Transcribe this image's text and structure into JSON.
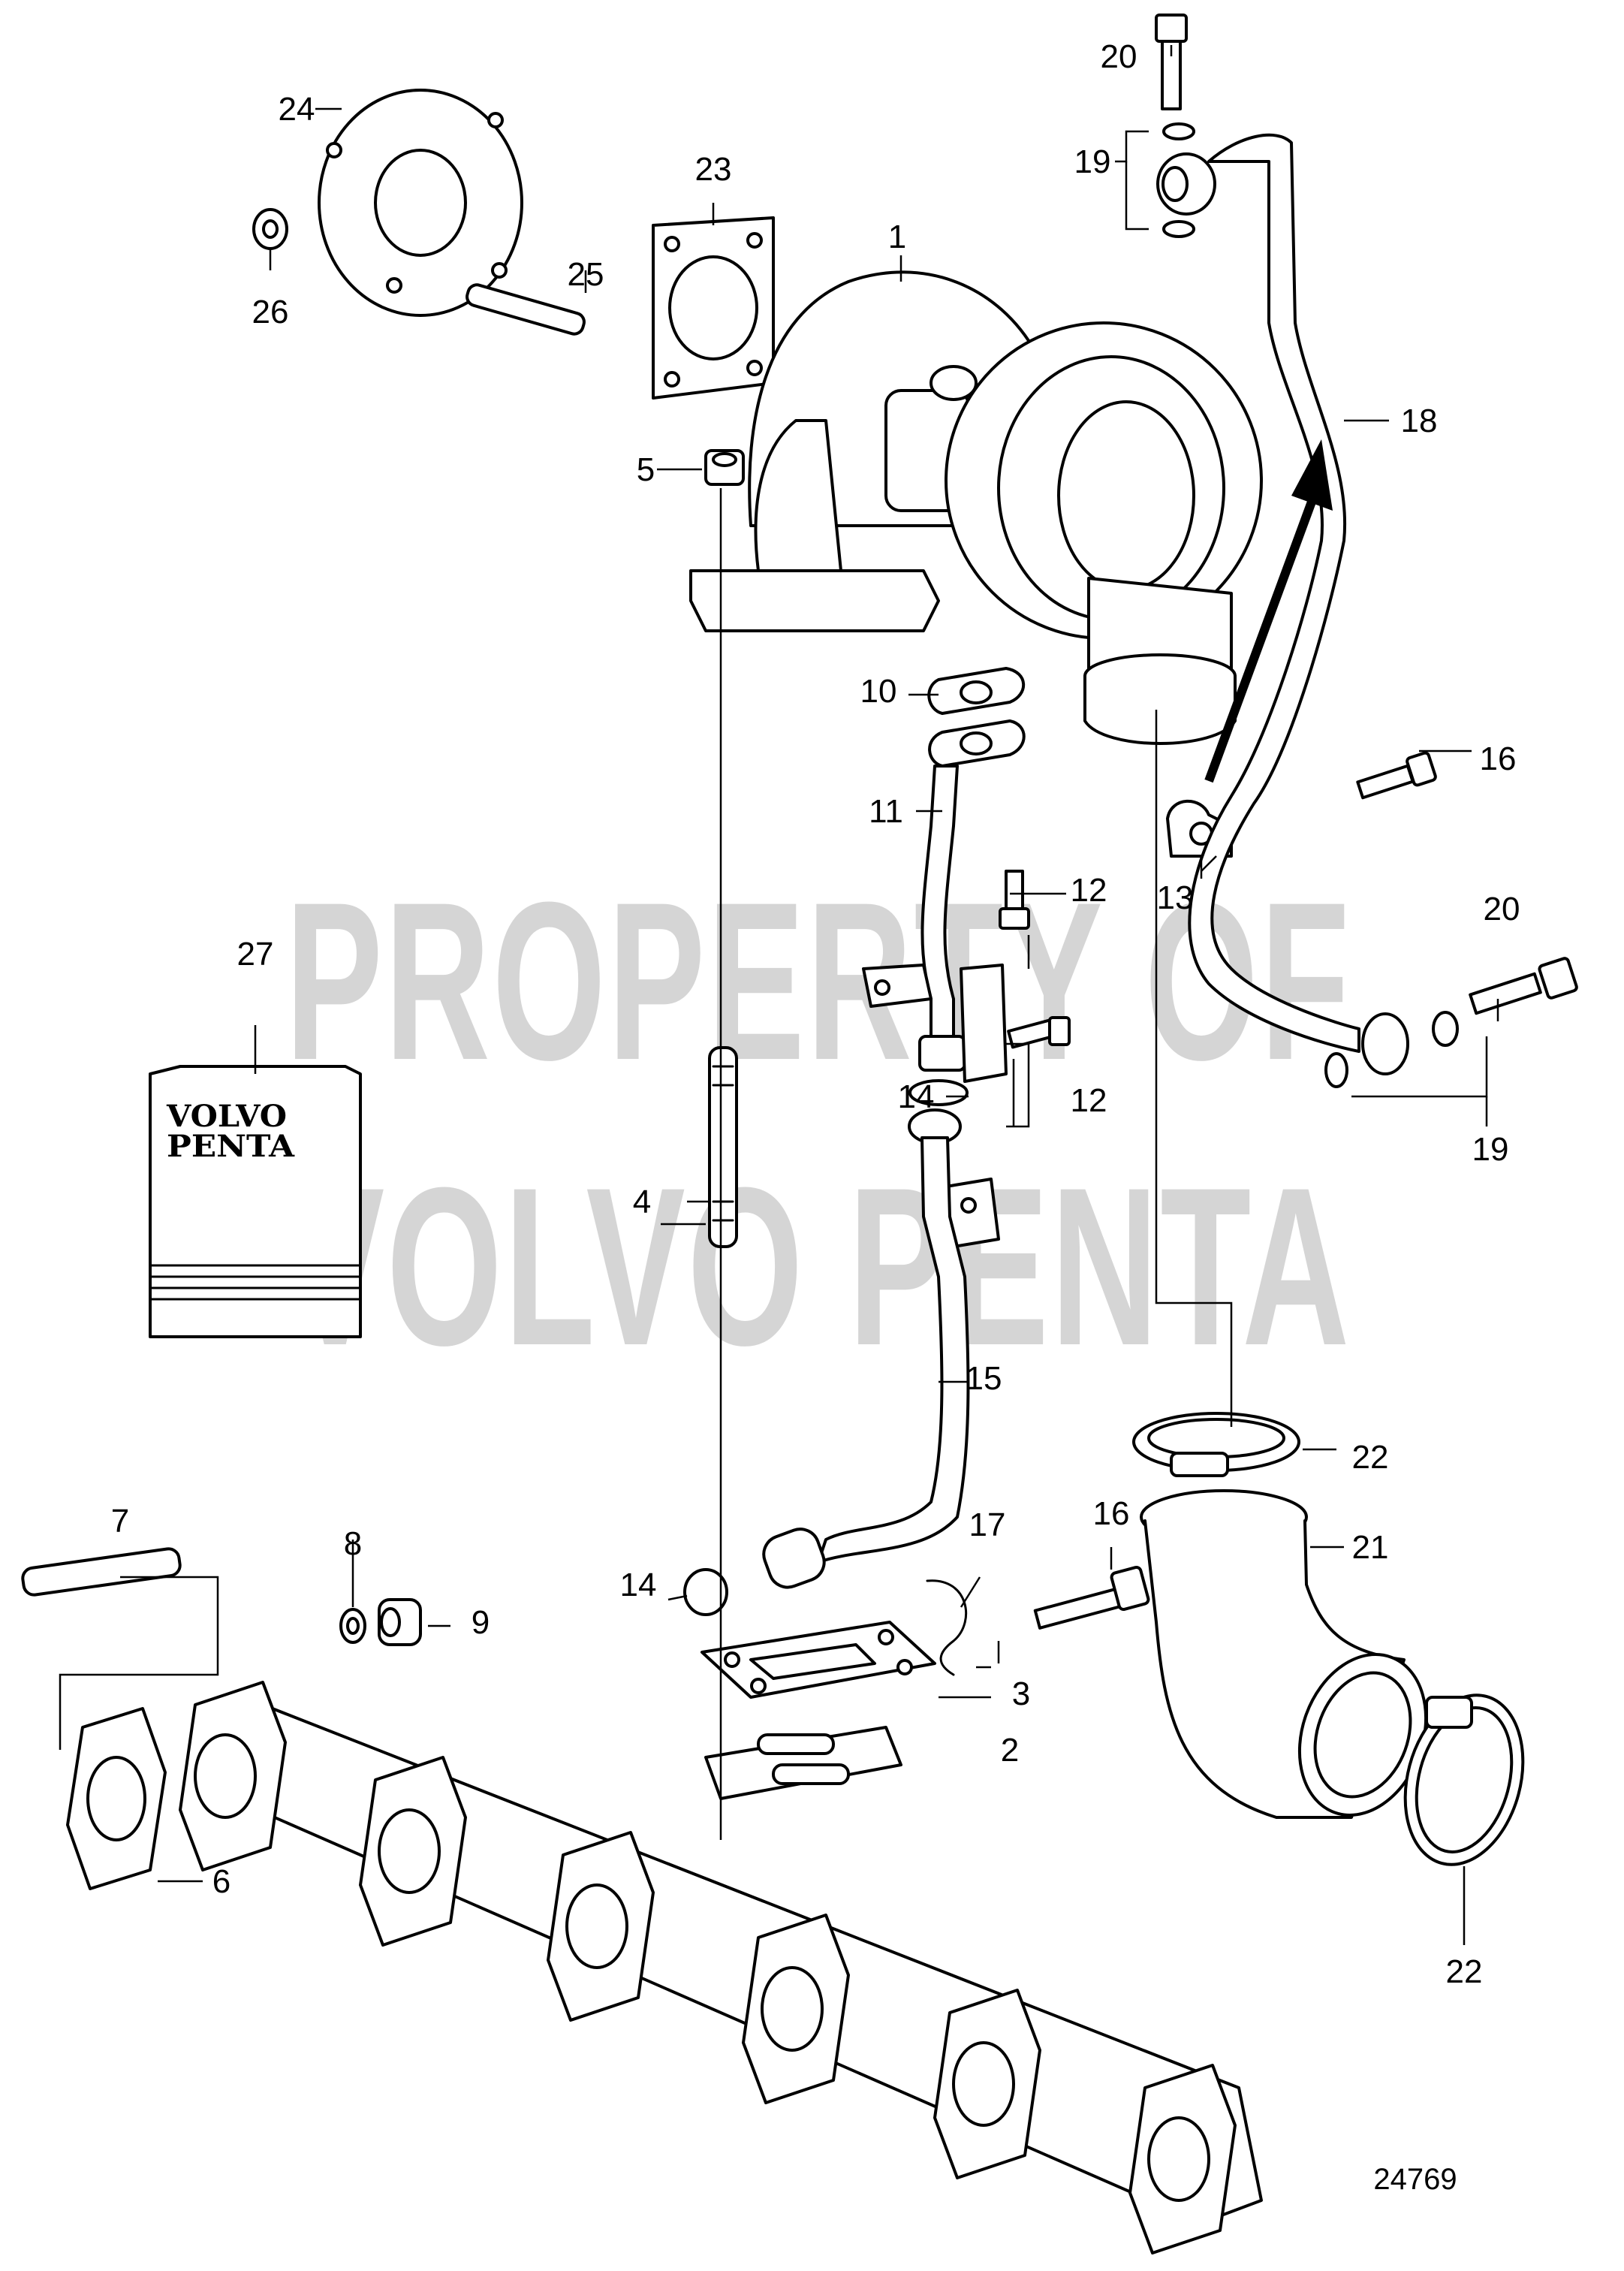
{
  "watermark": {
    "line1": "PROPERTY OF",
    "line2": "VOLVO PENTA"
  },
  "manual": {
    "brand_line1": "VOLVO",
    "brand_line2": "PENTA"
  },
  "reference_number": "24769",
  "callouts": [
    "1",
    "2",
    "3",
    "4",
    "5",
    "6",
    "7",
    "8",
    "9",
    "10",
    "11",
    "12",
    "12",
    "13",
    "14",
    "14",
    "15",
    "16",
    "16",
    "17",
    "18",
    "19",
    "19",
    "20",
    "20",
    "21",
    "22",
    "22",
    "23",
    "24",
    "25",
    "26",
    "27"
  ]
}
